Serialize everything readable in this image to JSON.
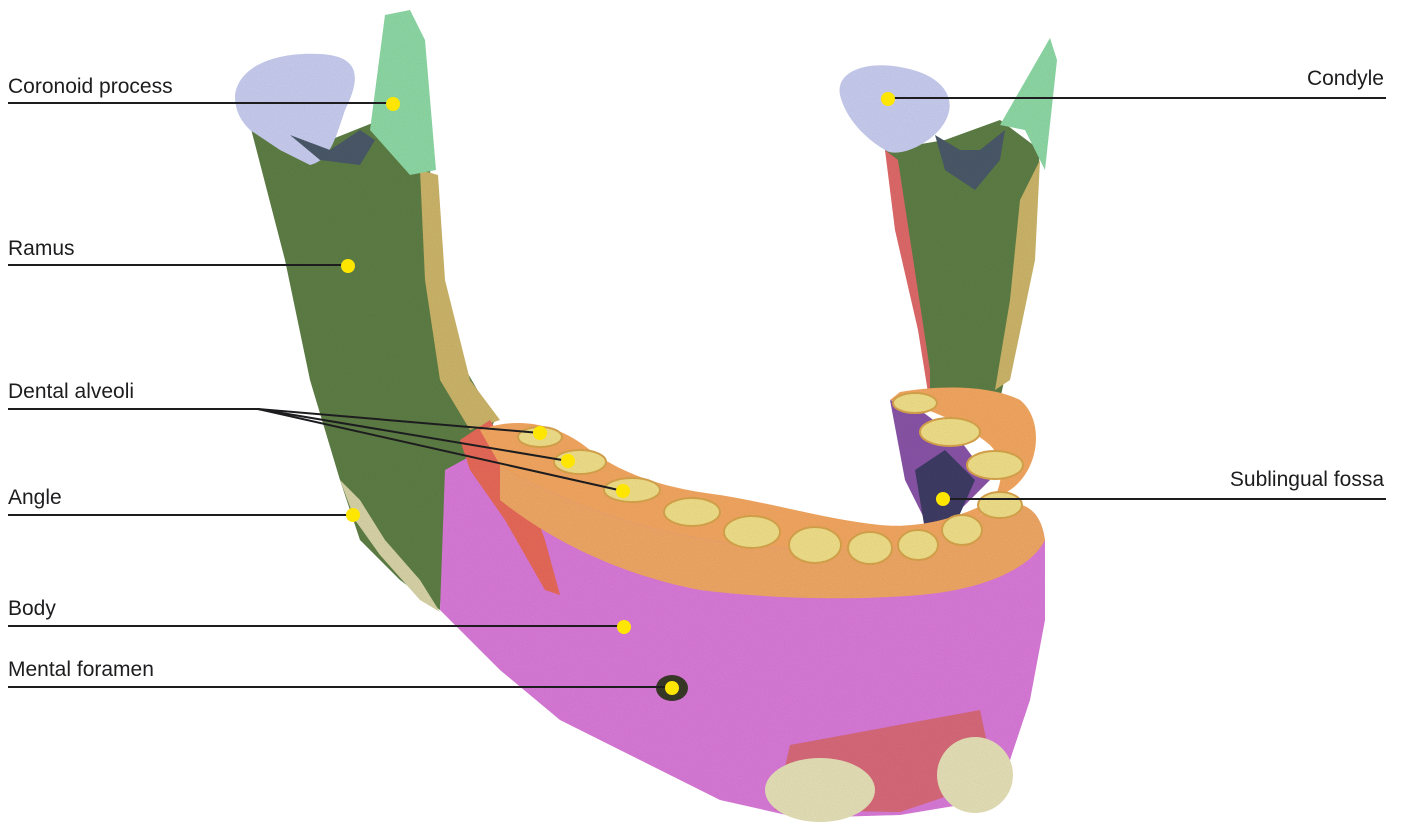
{
  "diagram": {
    "labels": {
      "coronoid_process": "Coronoid process",
      "ramus": "Ramus",
      "dental_alveoli": "Dental alveoli",
      "angle": "Angle",
      "body": "Body",
      "mental_foramen": "Mental foramen",
      "condyle": "Condyle",
      "sublingual_fossa": "Sublingual fossa"
    },
    "colors": {
      "leader_line": "#1d1d1f",
      "marker": "#ffe600",
      "condyle_region": "#c9cdf0",
      "coronoid_region": "#8fd9a6",
      "ramus_region": "#5e7f46",
      "body_region": "#d97ad9",
      "alveoli_rim": "#f4a862",
      "alveoli_socket": "#f1e08a",
      "mylohyoid_strip": "#e06a6a",
      "chin_tubercle": "#e6e1b8"
    }
  }
}
